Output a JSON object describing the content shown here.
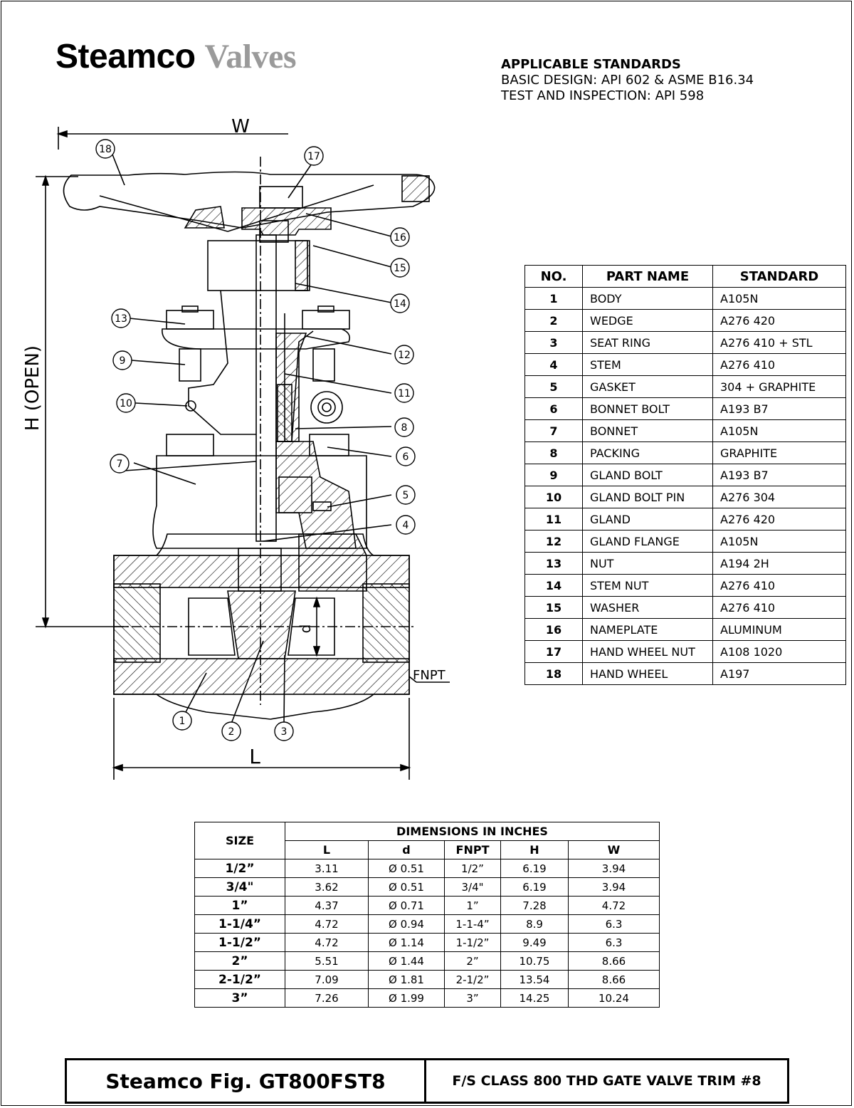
{
  "logo": {
    "brand": "Steamco",
    "suffix": "Valves"
  },
  "standards": {
    "heading": "APPLICABLE STANDARDS",
    "line1": "BASIC DESIGN: API 602 & ASME B16.34",
    "line2": "TEST AND INSPECTION: API 598"
  },
  "drawing": {
    "w_label": "W",
    "h_label": "H (OPEN)",
    "l_label": "L",
    "d_label": "d",
    "fnpt_label": "FNPT"
  },
  "parts_table": {
    "headers": [
      "NO.",
      "PART NAME",
      "STANDARD"
    ],
    "rows": [
      [
        "1",
        "BODY",
        "A105N"
      ],
      [
        "2",
        "WEDGE",
        "A276 420"
      ],
      [
        "3",
        "SEAT RING",
        "A276 410 + STL"
      ],
      [
        "4",
        "STEM",
        "A276 410"
      ],
      [
        "5",
        "GASKET",
        "304 + GRAPHITE"
      ],
      [
        "6",
        "BONNET BOLT",
        "A193 B7"
      ],
      [
        "7",
        "BONNET",
        "A105N"
      ],
      [
        "8",
        "PACKING",
        "GRAPHITE"
      ],
      [
        "9",
        "GLAND BOLT",
        "A193 B7"
      ],
      [
        "10",
        "GLAND BOLT PIN",
        "A276 304"
      ],
      [
        "11",
        "GLAND",
        "A276 420"
      ],
      [
        "12",
        "GLAND FLANGE",
        "A105N"
      ],
      [
        "13",
        "NUT",
        "A194 2H"
      ],
      [
        "14",
        "STEM NUT",
        "A276 410"
      ],
      [
        "15",
        "WASHER",
        "A276 410"
      ],
      [
        "16",
        "NAMEPLATE",
        "ALUMINUM"
      ],
      [
        "17",
        "HAND WHEEL NUT",
        "A108 1020"
      ],
      [
        "18",
        "HAND WHEEL",
        "A197"
      ]
    ]
  },
  "dims_table": {
    "size_header": "SIZE",
    "group_header": "DIMENSIONS IN INCHES",
    "headers": [
      "L",
      "d",
      "FNPT",
      "H",
      "W"
    ],
    "rows": [
      [
        "1/2”",
        "3.11",
        "Ø 0.51",
        "1/2”",
        "6.19",
        "3.94"
      ],
      [
        "3/4\"",
        "3.62",
        "Ø 0.51",
        "3/4\"",
        "6.19",
        "3.94"
      ],
      [
        "1”",
        "4.37",
        "Ø 0.71",
        "1”",
        "7.28",
        "4.72"
      ],
      [
        "1-1/4”",
        "4.72",
        "Ø 0.94",
        "1-1-4”",
        "8.9",
        "6.3"
      ],
      [
        "1-1/2”",
        "4.72",
        "Ø 1.14",
        "1-1/2”",
        "9.49",
        "6.3"
      ],
      [
        "2”",
        "5.51",
        "Ø 1.44",
        "2”",
        "10.75",
        "8.66"
      ],
      [
        "2-1/2”",
        "7.09",
        "Ø 1.81",
        "2-1/2”",
        "13.54",
        "8.66"
      ],
      [
        "3”",
        "7.26",
        "Ø 1.99",
        "3”",
        "14.25",
        "10.24"
      ]
    ]
  },
  "title_block": {
    "figure": "Steamco Fig. GT800FST8",
    "description": "F/S CLASS 800 THD GATE VALVE TRIM #8"
  }
}
